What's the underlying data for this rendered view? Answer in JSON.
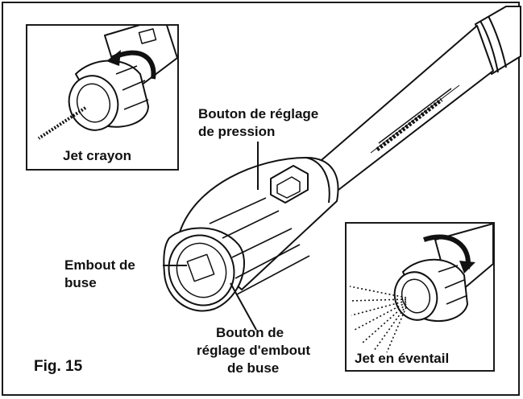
{
  "figure": {
    "fig_label": "Fig. 15",
    "insets": {
      "pencil_jet": {
        "caption": "Jet crayon"
      },
      "fan_jet": {
        "caption": "Jet en éventail"
      }
    },
    "callouts": {
      "pressure_button": {
        "line1": "Bouton de réglage",
        "line2": "de pression"
      },
      "nozzle_tip": {
        "line1": "Embout de",
        "line2": "buse"
      },
      "nozzle_tip_button": {
        "line1": "Bouton de",
        "line2": "réglage d'embout",
        "line3": "de buse"
      }
    }
  }
}
